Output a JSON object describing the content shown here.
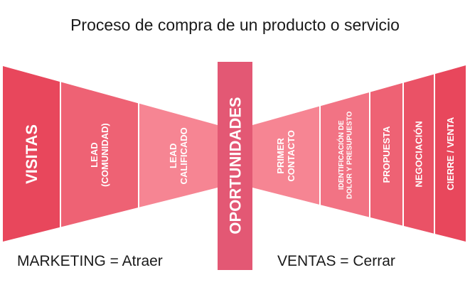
{
  "title": "Proceso de compra de un producto o servicio",
  "stages_left": [
    {
      "lines": [
        "VISITAS"
      ],
      "color": "#e8475c"
    },
    {
      "lines": [
        "LEAD",
        "(COMUNIDAD)"
      ],
      "color": "#ee6274"
    },
    {
      "lines": [
        "LEAD",
        "CALIFICADO"
      ],
      "color": "#f68593"
    }
  ],
  "center": {
    "lines": [
      "OPORTUNIDADES"
    ],
    "color": "#e35874"
  },
  "stages_right": [
    {
      "lines": [
        "PRIMER",
        "CONTACTO"
      ],
      "color": "#f68593"
    },
    {
      "lines": [
        "IDENTIFICACIÓN DE",
        "DOLOR Y PRESUPUESTO"
      ],
      "color": "#f27384"
    },
    {
      "lines": [
        "PROPUESTA"
      ],
      "color": "#ee6274"
    },
    {
      "lines": [
        "NEGOCIACIÓN"
      ],
      "color": "#ea5266"
    },
    {
      "lines": [
        "CIERRE / VENTA"
      ],
      "color": "#e8475c"
    }
  ],
  "captions": {
    "marketing": "MARKETING = Atraer",
    "ventas": "VENTAS = Cerrar"
  }
}
